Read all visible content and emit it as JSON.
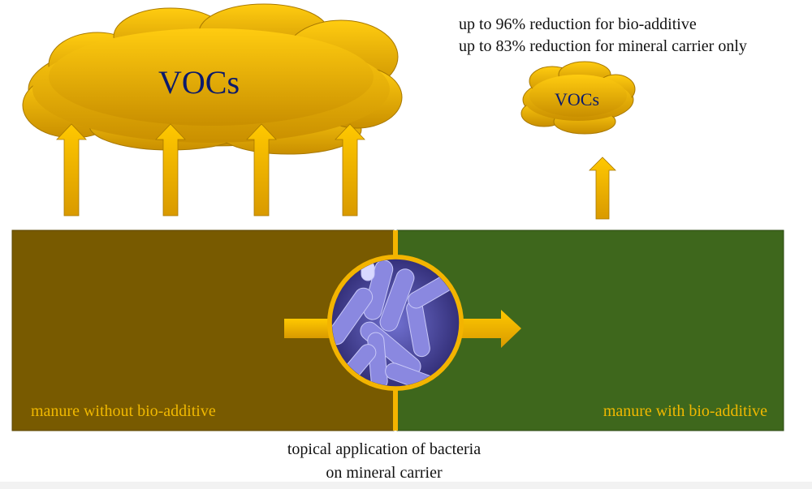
{
  "header": {
    "reduction_bio_additive": "up to 96% reduction for bio-additive",
    "reduction_mineral_carrier": "up to 83% reduction for mineral carrier only"
  },
  "clouds": {
    "large_label": "VOCs",
    "small_label": "VOCs"
  },
  "panels": {
    "left_label": "manure without bio-additive",
    "right_label": "manure with bio-additive"
  },
  "caption": {
    "line1": "topical application of bacteria",
    "line2": "on mineral carrier"
  },
  "colors": {
    "left_panel": "#785a00",
    "right_panel": "#3e671c",
    "arrow_gold": "#f3b400",
    "text_navy": "#0b1a6b"
  }
}
